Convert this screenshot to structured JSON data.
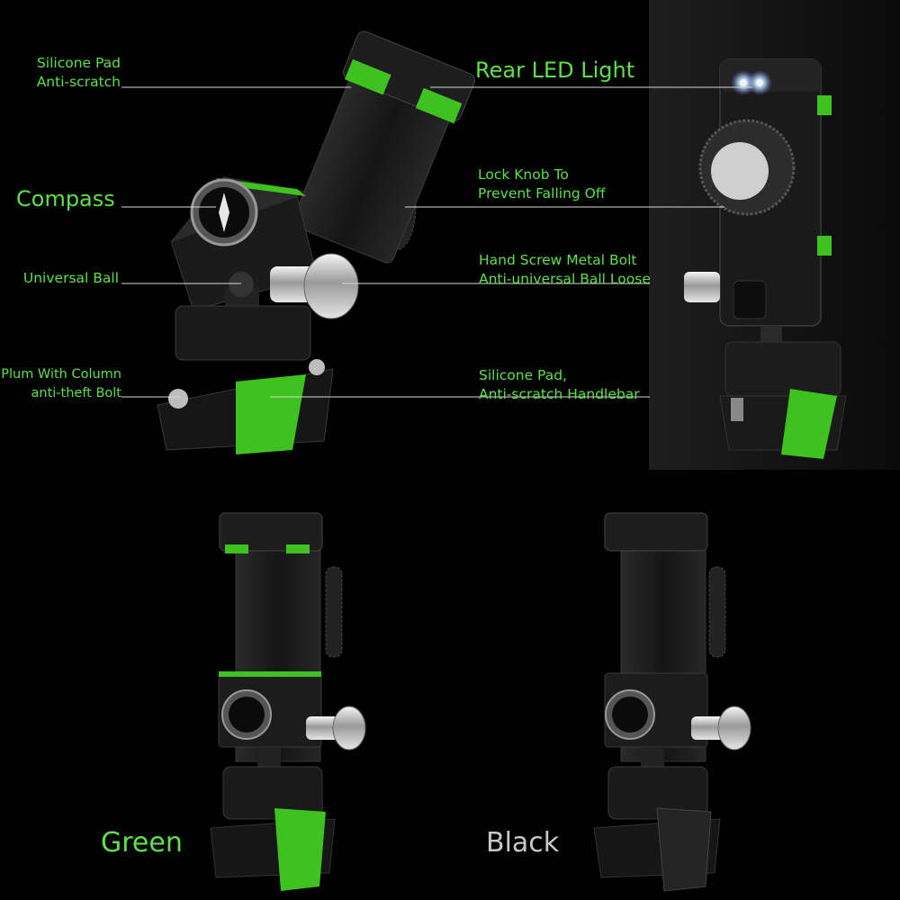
{
  "labels": {
    "silicone_pad": {
      "line1": "Silicone Pad",
      "line2": "Anti-scratch"
    },
    "rear_led": {
      "line1": "Rear LED Light"
    },
    "compass": {
      "line1": "Compass"
    },
    "lock_knob": {
      "line1": "Lock Knob To",
      "line2": "Prevent Falling Off"
    },
    "universal_ball": {
      "line1": "Universal Ball"
    },
    "hand_screw": {
      "line1": "Hand Screw Metal Bolt",
      "line2": "Anti-universal Ball Loose"
    },
    "plum_bolt": {
      "line1": "Plum With Column",
      "line2": "anti-theft Bolt"
    },
    "silicone_handlebar": {
      "line1": "Silicone Pad,",
      "line2": "Anti-scratch Handlebar"
    }
  },
  "variants": {
    "green": {
      "label": "Green"
    },
    "black": {
      "label": "Black"
    }
  },
  "colors": {
    "accent_green": "#5ee04a",
    "pad_green": "#3ec21f",
    "body_black": "#151515",
    "label_white": "#c8c8c8",
    "led_white": "#e8f4ff"
  }
}
